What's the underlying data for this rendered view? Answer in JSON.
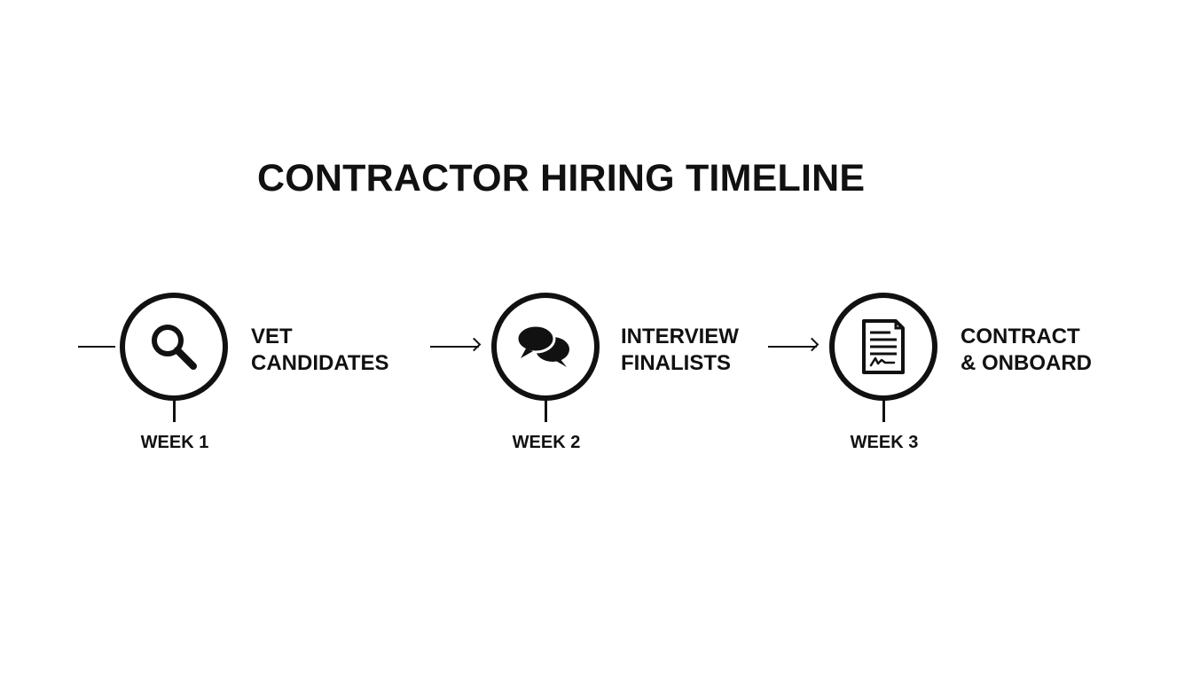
{
  "title": "CONTRACTOR HIRING TIMELINE",
  "accent_color": "#111111",
  "steps": [
    {
      "icon": "magnifying-glass-icon",
      "label_line1": "VET",
      "label_line2": "CANDIDATES",
      "week": "WEEK 1"
    },
    {
      "icon": "chat-bubbles-icon",
      "label_line1": "INTERVIEW",
      "label_line2": "FINALISTS",
      "week": "WEEK 2"
    },
    {
      "icon": "signed-document-icon",
      "label_line1": "CONTRACT",
      "label_line2": "& ONBOARD",
      "week": "WEEK 3"
    }
  ]
}
